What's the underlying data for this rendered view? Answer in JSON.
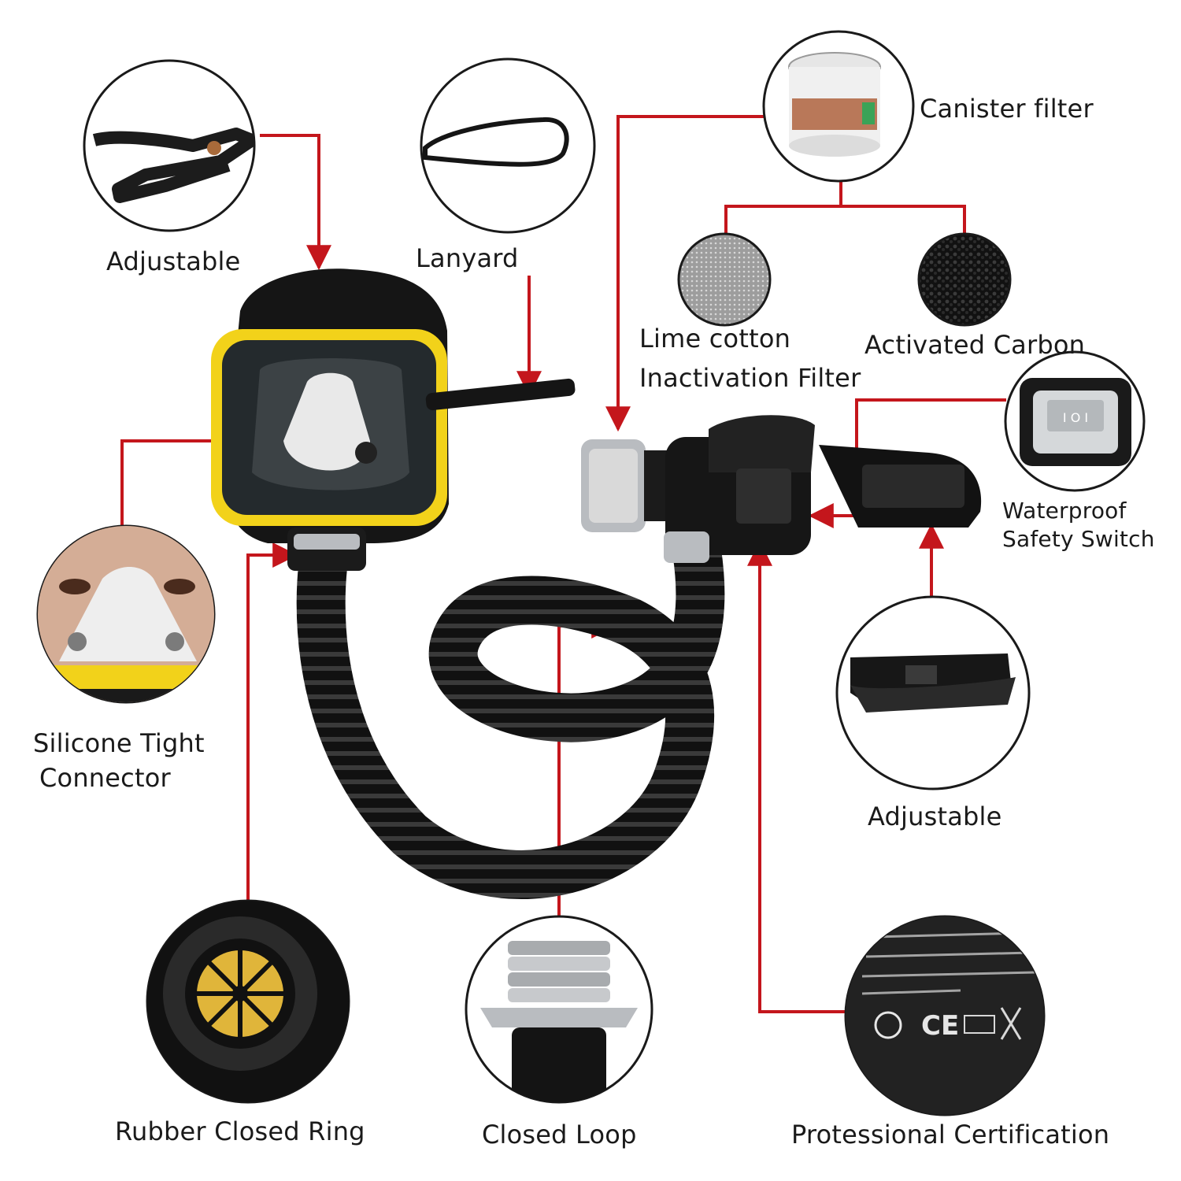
{
  "colors": {
    "line": "#c4161c",
    "ring": "#1a1a1a",
    "mask_frame": "#f2d21a",
    "rubber": "#141414",
    "silicone": "#e9e9e9",
    "metal": "#b9bcc0",
    "background": "#ffffff"
  },
  "labels": {
    "adjustable_top": "Adjustable",
    "lanyard": "Lanyard",
    "canister_filter": "Canister filter",
    "lime_cotton": "Lime cotton",
    "inactivation_filter": "Inactivation Filter",
    "activated_carbon": "Activated Carbon",
    "waterproof": "Waterproof",
    "safety_switch": "Safety Switch",
    "silicone_tight": "Silicone Tight",
    "connector": "Connector",
    "adjustable_right": "Adjustable",
    "rubber_closed_ring": "Rubber Closed Ring",
    "closed_loop": "Closed Loop",
    "professional_certification": "Protessional Certification"
  },
  "icons": {
    "adjustable_top": "head-strap-icon",
    "lanyard": "lanyard-icon",
    "canister_filter": "canister-filter-icon",
    "lime_cotton": "lime-cotton-filter-icon",
    "activated_carbon": "activated-carbon-icon",
    "waterproof_switch": "safety-switch-icon",
    "silicone": "silicone-nose-cup-icon",
    "adjustable_right": "waist-belt-icon",
    "rubber_ring": "rubber-ring-icon",
    "closed_loop": "threaded-connector-icon",
    "certification": "certification-marks-icon",
    "gas_mask": "full-face-mask-icon",
    "blower": "blower-unit-icon",
    "hose": "breathing-hose-icon"
  },
  "certification_marks": {
    "ce": "CE"
  },
  "switch_symbol": "I O I"
}
